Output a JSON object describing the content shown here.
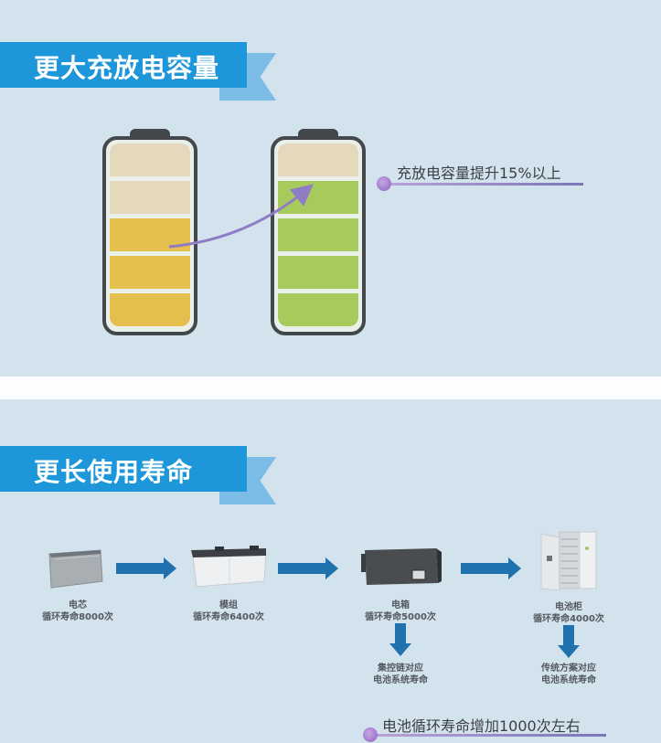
{
  "section1": {
    "title": "更大充放电容量",
    "callout": "充放电容量提升15%以上",
    "battery_before": {
      "name": "before",
      "cells": [
        "empty",
        "empty",
        "filled",
        "filled",
        "filled"
      ],
      "filled_color": "#e4bf4d",
      "empty_color": "#e5d9bd"
    },
    "battery_after": {
      "name": "after",
      "cells": [
        "empty",
        "filled",
        "filled",
        "filled",
        "filled"
      ],
      "filled_color": "#a6cb5c",
      "empty_color": "#e5d9bd"
    },
    "arrow_color": "#8f7cc4"
  },
  "section2": {
    "title": "更长使用寿命",
    "stages": [
      {
        "name": "电芯",
        "life": "循环寿命8000次",
        "icon": "cell-icon"
      },
      {
        "name": "模组",
        "life": "循环寿命6400次",
        "icon": "module-icon"
      },
      {
        "name": "电箱",
        "life": "循环寿命5000次",
        "icon": "battery-box-icon"
      },
      {
        "name": "电池柜",
        "life": "循环寿命4000次",
        "icon": "battery-cabinet-icon"
      }
    ],
    "outcomes": [
      {
        "line1": "集控链对应",
        "line2": "电池系统寿命"
      },
      {
        "line1": "传统方案对应",
        "line2": "电池系统寿命"
      }
    ],
    "callout": "电池循环寿命增加1000次左右"
  },
  "colors": {
    "background": "#d3e3ed",
    "banner": "#1d97d9",
    "banner_tail": "#7bbde6",
    "flow_arrow": "#1f72ad"
  }
}
